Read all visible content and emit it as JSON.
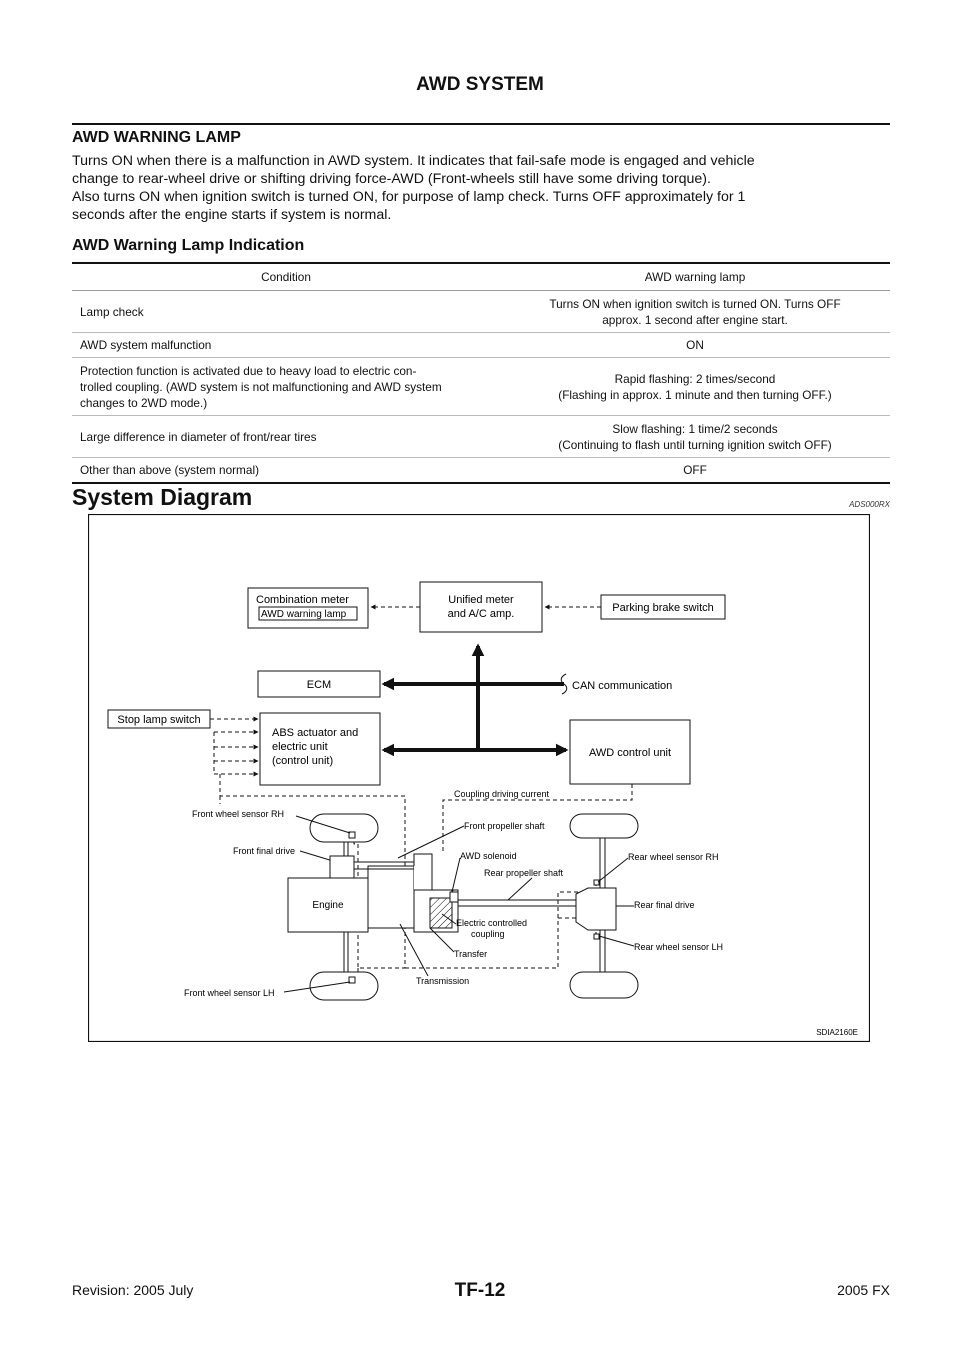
{
  "header": {
    "title": "AWD SYSTEM"
  },
  "section1": {
    "title": "AWD WARNING LAMP",
    "lines": [
      "Turns ON when there is a malfunction in AWD system. It indicates that fail-safe mode is engaged and vehicle",
      "change to rear-wheel drive or shifting driving force-AWD (Front-wheels still have some driving torque).",
      "Also turns ON when ignition switch is turned ON, for purpose of lamp check. Turns OFF approximately for 1",
      "seconds after the engine starts if system is normal."
    ]
  },
  "section2": {
    "title": "AWD Warning Lamp Indication"
  },
  "table": {
    "headers": [
      "Condition",
      "AWD warning lamp"
    ],
    "rows": [
      {
        "condition": [
          "Lamp check"
        ],
        "lamp": [
          "Turns ON when ignition switch is turned ON. Turns OFF",
          "approx. 1 second after engine start."
        ]
      },
      {
        "condition": [
          "AWD system malfunction"
        ],
        "lamp": [
          "ON"
        ]
      },
      {
        "condition": [
          "Protection function is activated due to heavy load to electric con-",
          "trolled coupling. (AWD system is not malfunctioning and AWD system",
          "changes to 2WD mode.)"
        ],
        "lamp": [
          "Rapid flashing: 2 times/second",
          "(Flashing in approx. 1 minute and then turning OFF.)"
        ]
      },
      {
        "condition": [
          "Large difference in diameter of front/rear tires"
        ],
        "lamp": [
          "Slow flashing: 1 time/2 seconds",
          "(Continuing to flash until turning ignition switch OFF)"
        ]
      },
      {
        "condition": [
          "Other than above (system normal)"
        ],
        "lamp": [
          "OFF"
        ]
      }
    ]
  },
  "section3": {
    "title": "System Diagram",
    "code": "ADS000RX"
  },
  "diagram": {
    "combination_meter": "Combination meter",
    "awd_warning_lamp": "AWD warning lamp",
    "unified_meter_1": "Unified meter",
    "unified_meter_2": "and A/C amp.",
    "parking_brake_switch": "Parking brake switch",
    "ecm": "ECM",
    "can_communication": "CAN communication",
    "stop_lamp_switch": "Stop lamp switch",
    "abs_1": "ABS actuator and",
    "abs_2": "electric unit",
    "abs_3": "(control unit)",
    "awd_control_unit": "AWD control unit",
    "coupling_driving_current": "Coupling driving current",
    "front_wheel_sensor_rh": "Front wheel sensor RH",
    "front_propeller_shaft": "Front propeller shaft",
    "front_final_drive": "Front final drive",
    "awd_solenoid": "AWD solenoid",
    "rear_propeller_shaft": "Rear propeller shaft",
    "rear_wheel_sensor_rh": "Rear wheel sensor RH",
    "engine": "Engine",
    "rear_final_drive": "Rear final drive",
    "electric_coupling_1": "Electric controlled",
    "electric_coupling_2": "coupling",
    "rear_wheel_sensor_lh": "Rear wheel sensor LH",
    "transfer": "Transfer",
    "front_wheel_sensor_lh": "Front wheel sensor LH",
    "transmission": "Transmission",
    "figure_code": "SDIA2160E"
  },
  "footer": {
    "page_number": "TF-12",
    "revision": "Revision: 2005 July",
    "model": "2005 FX"
  }
}
